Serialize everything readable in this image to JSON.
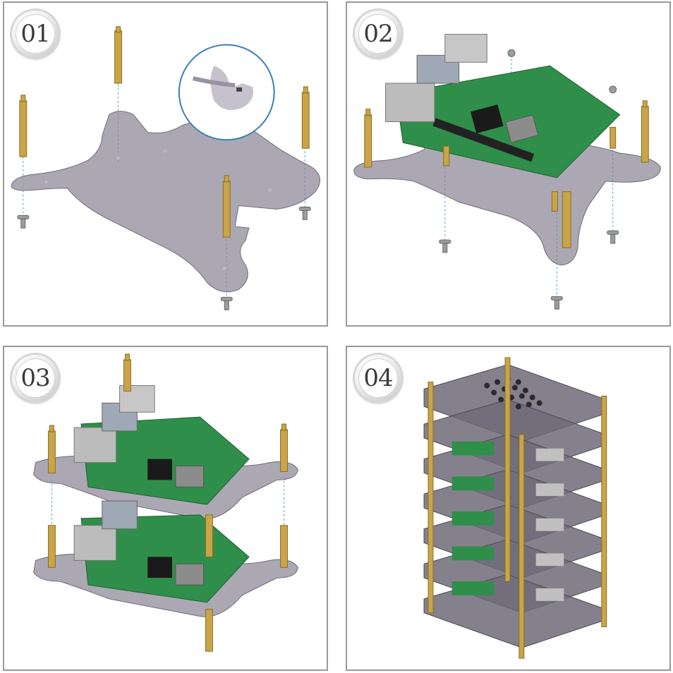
{
  "steps": [
    {
      "number": "01"
    },
    {
      "number": "02"
    },
    {
      "number": "03"
    },
    {
      "number": "04"
    }
  ]
}
